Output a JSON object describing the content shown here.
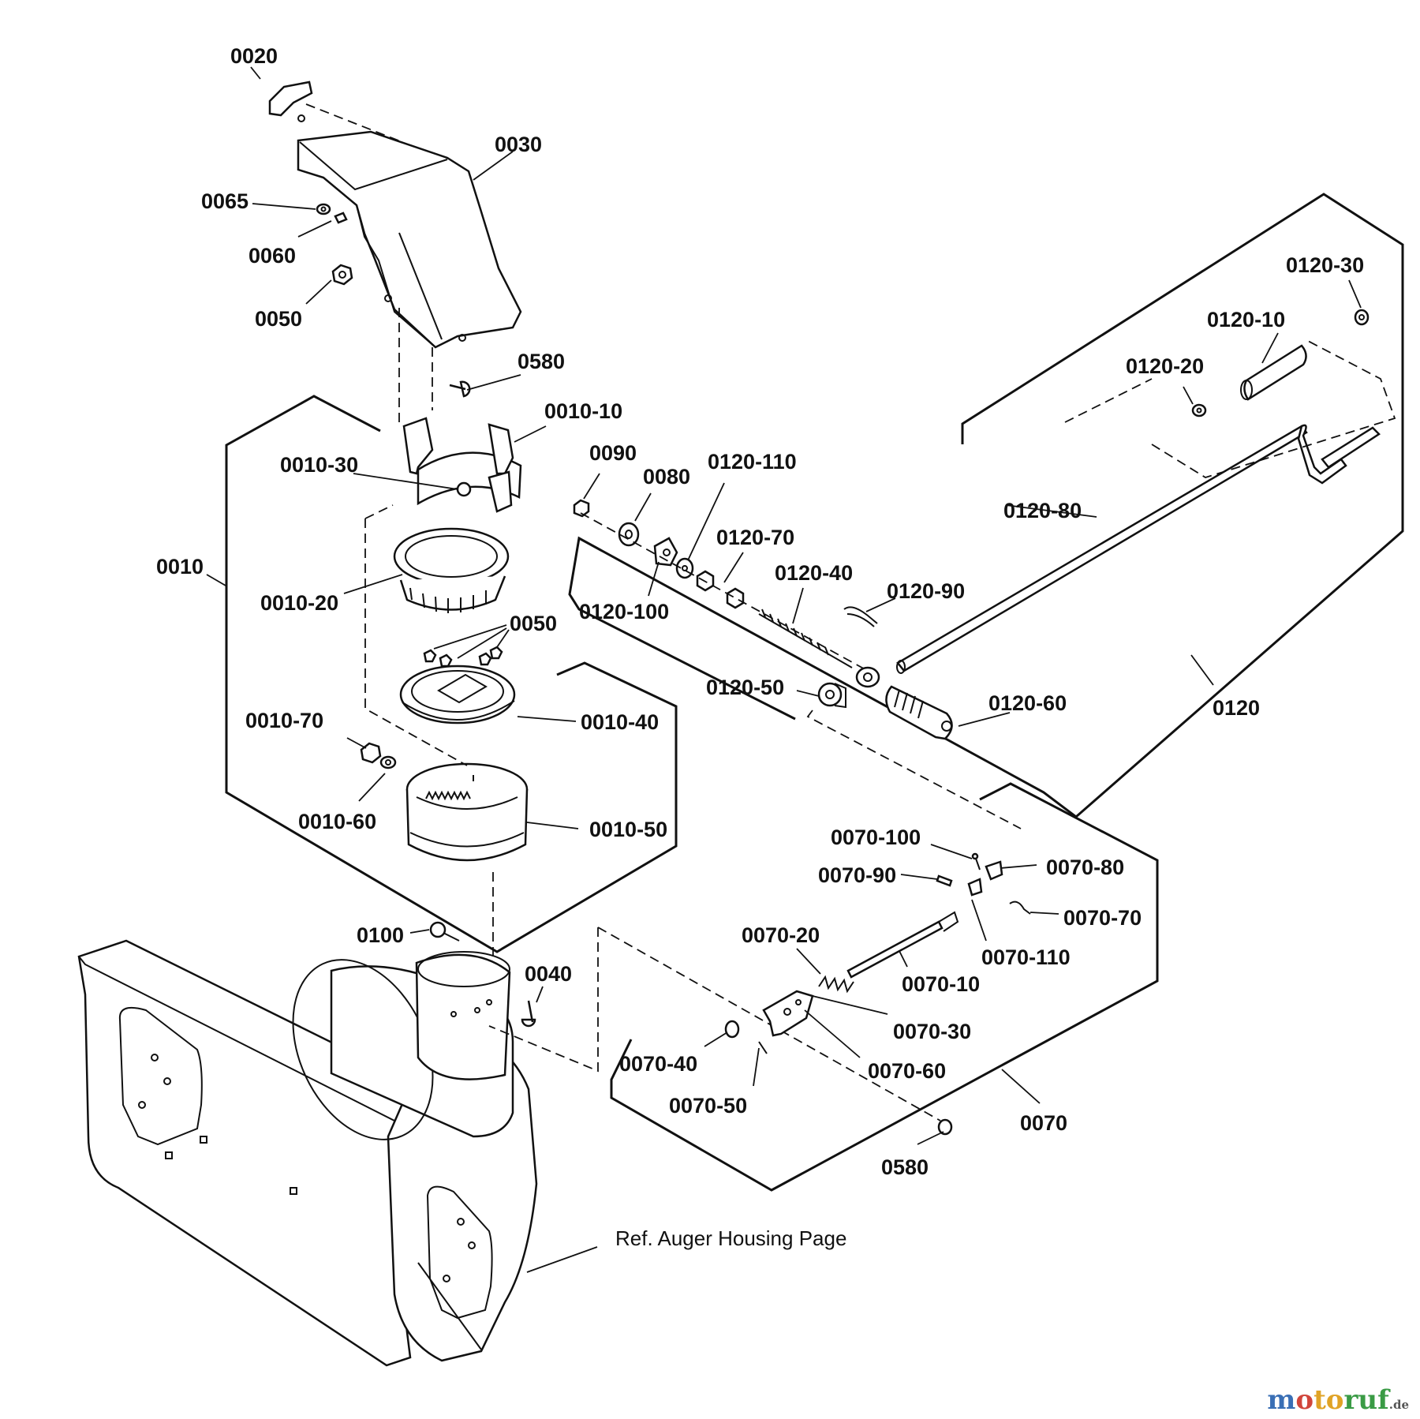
{
  "labels": {
    "p0020": "0020",
    "p0030": "0030",
    "p0065": "0065",
    "p0060": "0060",
    "p0050_top": "0050",
    "p0580_top": "0580",
    "p0010_10": "0010-10",
    "p0010_30": "0010-30",
    "p0010": "0010",
    "p0010_20": "0010-20",
    "p0050_mid": "0050",
    "p0010_40": "0010-40",
    "p0010_70": "0010-70",
    "p0010_60": "0010-60",
    "p0010_50": "0010-50",
    "p0100": "0100",
    "p0040": "0040",
    "p0090": "0090",
    "p0080": "0080",
    "p0120_110": "0120-110",
    "p0120_70": "0120-70",
    "p0120_100": "0120-100",
    "p0120_40": "0120-40",
    "p0120_90": "0120-90",
    "p0120_80": "0120-80",
    "p0120_50": "0120-50",
    "p0120_60": "0120-60",
    "p0120": "0120",
    "p0120_30": "0120-30",
    "p0120_10": "0120-10",
    "p0120_20": "0120-20",
    "p0070_100": "0070-100",
    "p0070_80": "0070-80",
    "p0070_90": "0070-90",
    "p0070_70": "0070-70",
    "p0070_20": "0070-20",
    "p0070_110": "0070-110",
    "p0070_10": "0070-10",
    "p0070_30": "0070-30",
    "p0070_40": "0070-40",
    "p0070_60": "0070-60",
    "p0070_50": "0070-50",
    "p0070": "0070",
    "p0580_bot": "0580"
  },
  "note": "Ref. Auger Housing Page",
  "watermark": {
    "part1": "m",
    "part2": "o",
    "part3": "to",
    "part4": "ruf",
    "tld": ".de"
  }
}
